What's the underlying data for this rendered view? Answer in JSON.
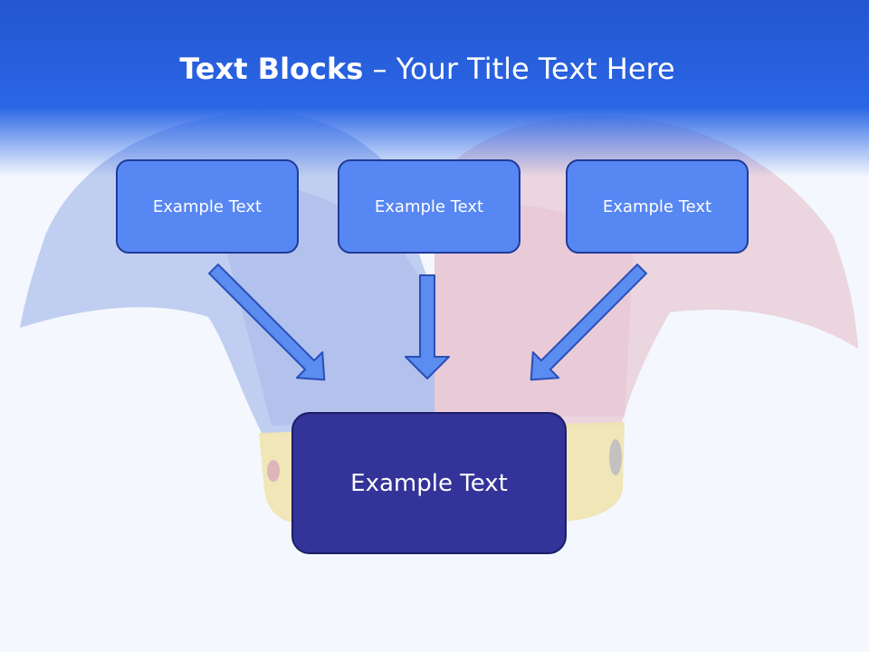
{
  "title": {
    "bold": "Text Blocks",
    "dash": " – ",
    "rest": "Your Title Text Here"
  },
  "top_boxes": [
    {
      "label": "Example Text"
    },
    {
      "label": "Example Text"
    },
    {
      "label": "Example Text"
    }
  ],
  "bottom_box": {
    "label": "Example Text"
  },
  "colors": {
    "header": "#2a66e6",
    "top_box_fill": "#5787f2",
    "top_box_border": "#1f3a9a",
    "bottom_box_fill": "#333399",
    "arrow_fill": "#5b8cf0",
    "arrow_stroke": "#2a4fb8",
    "background": "#f4f7fd"
  },
  "background_image": "faded jester hat with blue and red halves and yellow band"
}
